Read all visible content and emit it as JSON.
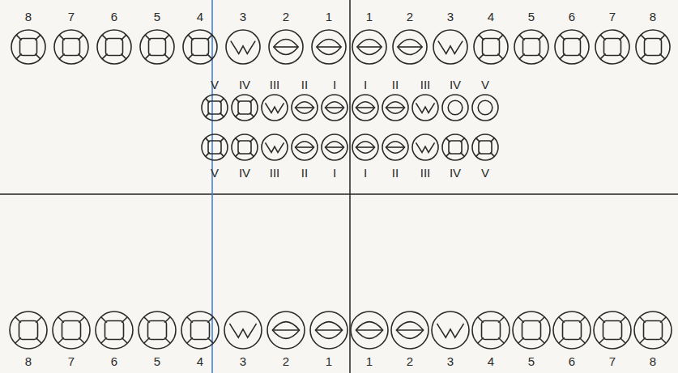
{
  "diagram": {
    "labels": [
      "8",
      "7",
      "6",
      "5",
      "4",
      "3",
      "2",
      "1",
      "1",
      "2",
      "3",
      "4",
      "5",
      "6",
      "7",
      "8",
      "V",
      "IV",
      "III",
      "II",
      "I",
      "I",
      "II",
      "III",
      "IV",
      "V",
      "V",
      "IV",
      "III",
      "II",
      "I",
      "I",
      "II",
      "III",
      "IV",
      "V",
      "8",
      "7",
      "6",
      "5",
      "4",
      "3",
      "2",
      "1",
      "1",
      "2",
      "3",
      "4",
      "5",
      "6",
      "7",
      "8"
    ]
  }
}
